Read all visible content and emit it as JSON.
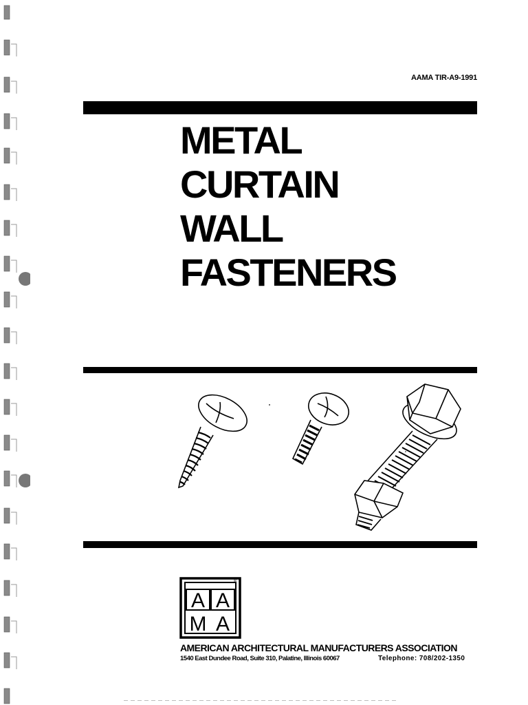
{
  "document": {
    "code": "AAMA TIR-A9-1991",
    "title_lines": [
      "METAL",
      "CURTAIN",
      "WALL",
      "FASTENERS"
    ]
  },
  "illustration": {
    "items": [
      "flat-head-wood-screw",
      "phillips-machine-screw",
      "hex-head-bolt-with-nut"
    ]
  },
  "logo": {
    "letters": [
      "A",
      "A",
      "M",
      "A"
    ],
    "registered_mark": "®"
  },
  "organization": {
    "name": "AMERICAN ARCHITECTURAL MANUFACTURERS ASSOCIATION",
    "address": "1540 East Dundee Road, Suite 310, Palatine, Illinois 60067",
    "phone": "Telephone: 708/202-1350"
  },
  "colors": {
    "ink": "#000000",
    "paper": "#ffffff"
  }
}
